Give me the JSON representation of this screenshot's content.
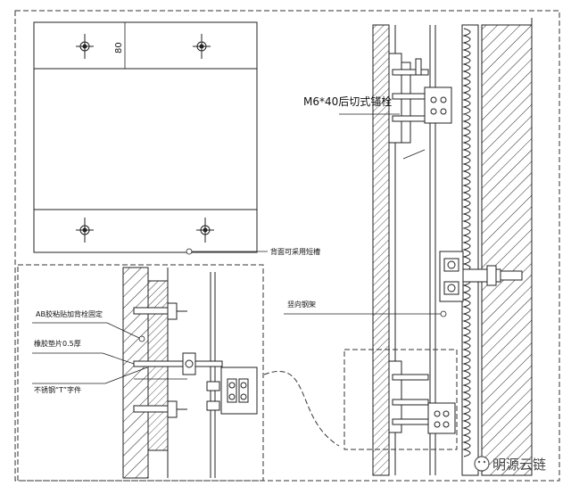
{
  "drawing": {
    "dimension_80": "80",
    "labels": {
      "anchor_bolt": "M6*40后切式锚栓",
      "back_groove": "背面可采用短槽",
      "vertical_keel": "竖向钢架",
      "ab_glue": "AB胶粘贴加背栓固定",
      "rubber_pad": "橡胶垫片0.5厚",
      "t_bracket": "不锈钢“T”字件"
    },
    "watermark": "明源云链"
  }
}
